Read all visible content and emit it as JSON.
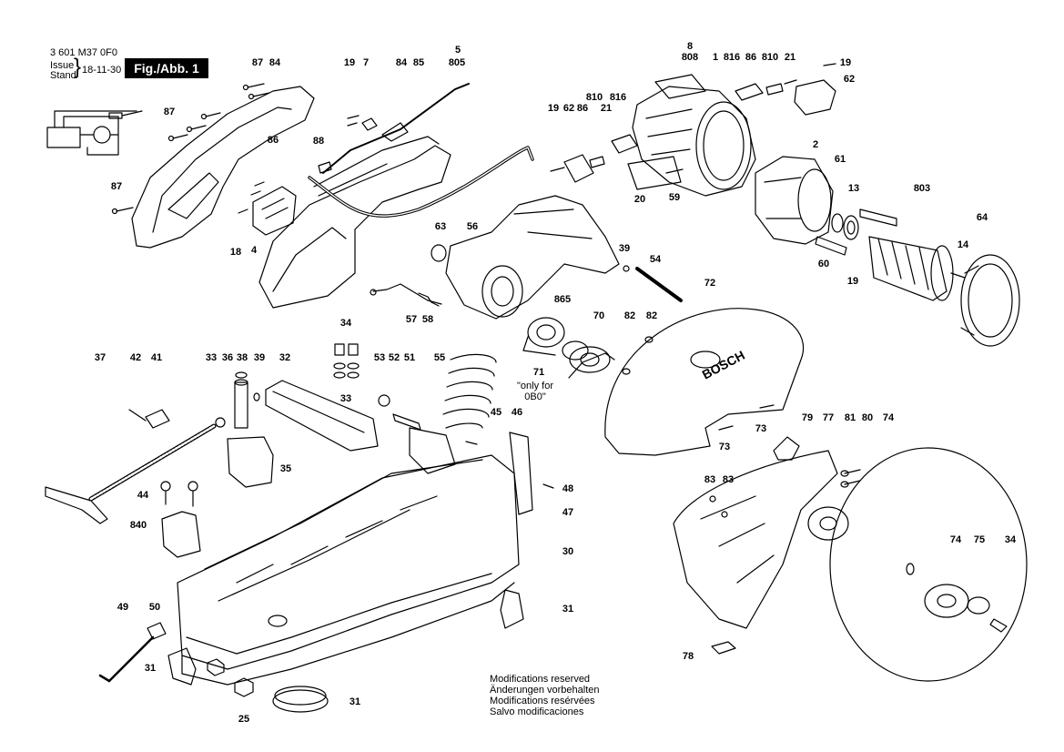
{
  "header": {
    "doc_number": "3 601 M37 0F0",
    "issue_label": "Issue",
    "stand_label": "Stand",
    "date": "18-11-30",
    "figure_label": "Fig./Abb. 1"
  },
  "brand_text": "BOSCH",
  "variant_note_line1": "\"only for",
  "variant_note_line2": "0B0\"",
  "modifications": [
    "Modifications reserved",
    "Änderungen vorbehalten",
    "Modifications resérvées",
    "Salvo modificaciones"
  ],
  "part_labels": [
    "87",
    "84",
    "87",
    "87",
    "86",
    "18",
    "4",
    "19",
    "7",
    "84",
    "85",
    "88",
    "5",
    "805",
    "8",
    "808",
    "1",
    "816",
    "86",
    "810",
    "21",
    "19",
    "62",
    "19",
    "62",
    "86",
    "810",
    "21",
    "816",
    "20",
    "59",
    "2",
    "61",
    "13",
    "803",
    "64",
    "14",
    "60",
    "19",
    "63",
    "56",
    "39",
    "54",
    "57",
    "58",
    "865",
    "70",
    "82",
    "82",
    "71",
    "72",
    "37",
    "42",
    "41",
    "33",
    "36",
    "38",
    "39",
    "32",
    "34",
    "33",
    "53",
    "52",
    "51",
    "55",
    "35",
    "44",
    "840",
    "45",
    "46",
    "48",
    "47",
    "30",
    "31",
    "49",
    "50",
    "31",
    "25",
    "31",
    "73",
    "73",
    "79",
    "77",
    "81",
    "80",
    "74",
    "83",
    "83",
    "74",
    "75",
    "34",
    "78"
  ]
}
